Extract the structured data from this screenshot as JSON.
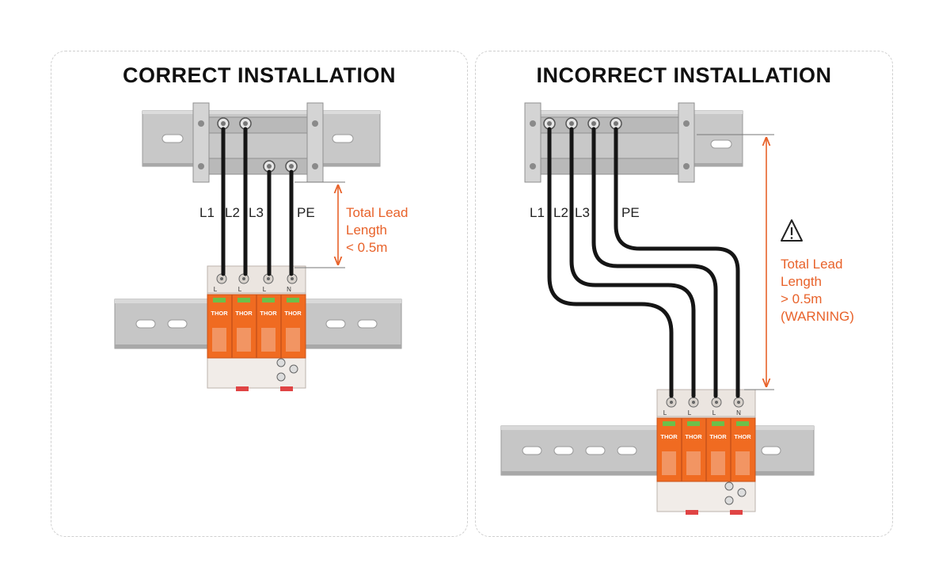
{
  "correct": {
    "title": "CORRECT INSTALLATION",
    "wire_labels": [
      "L1",
      "L2",
      "L3",
      "PE"
    ],
    "lead_length": [
      "Total Lead",
      "Length",
      "< 0.5m"
    ]
  },
  "incorrect": {
    "title": "INCORRECT INSTALLATION",
    "wire_labels": [
      "L1",
      "L2",
      "L3",
      "PE"
    ],
    "lead_length": [
      "Total Lead",
      "Length",
      "> 0.5m",
      "(WARNING)"
    ]
  },
  "device": {
    "brand": "THOR",
    "terminal_labels": [
      "L",
      "L",
      "L",
      "N"
    ]
  },
  "colors": {
    "accent": "#e8622a",
    "module_orange": "#f06b21",
    "rail": "#c7c7c7",
    "wire": "#151515"
  },
  "icons": [
    "warning-triangle-icon"
  ]
}
